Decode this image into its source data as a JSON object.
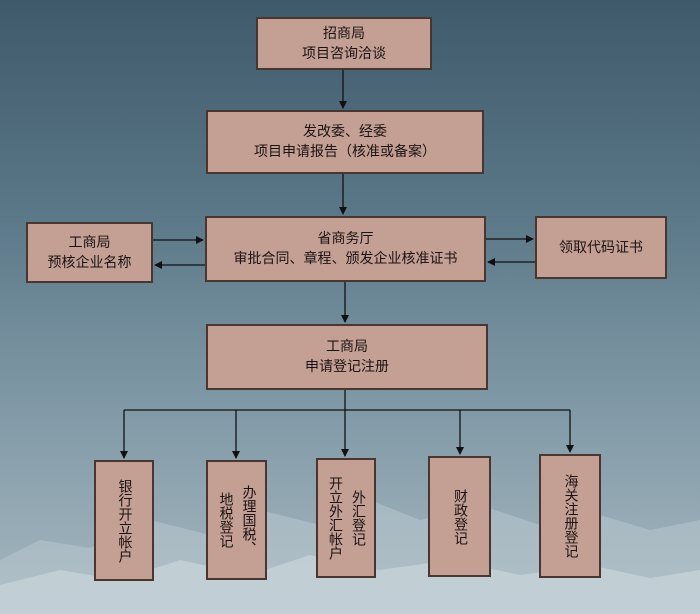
{
  "nodes": {
    "zhaoshang": {
      "line1": "招商局",
      "line2": "项目咨询洽谈"
    },
    "fagai": {
      "line1": "发改委、经委",
      "line2": "项目申请报告（核准或备案）"
    },
    "gongshang_left": {
      "line1": "工商局",
      "line2": "预核企业名称"
    },
    "shengshangwu": {
      "line1": "省商务厅",
      "line2": "审批合同、章程、颁发企业核准证书"
    },
    "daima": {
      "line1": "领取代码证书"
    },
    "gongshang_reg": {
      "line1": "工商局",
      "line2": "申请登记注册"
    },
    "bank": {
      "line1": "银行开立帐户"
    },
    "tax": {
      "col1": "地税登记",
      "col2": "办理国税、"
    },
    "forex": {
      "col1": "开立外汇帐户",
      "col2": "外汇登记"
    },
    "finance": {
      "line1": "财政登记"
    },
    "customs": {
      "line1": "海关注册登记"
    }
  }
}
